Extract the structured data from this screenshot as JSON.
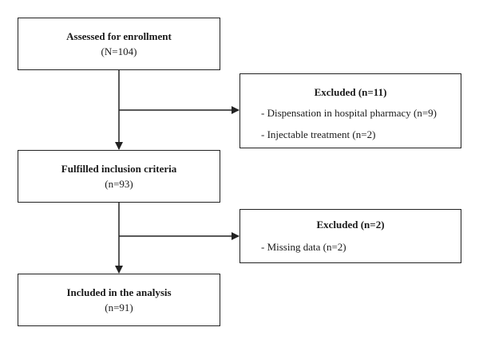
{
  "flow": {
    "assessed": {
      "title": "Assessed for enrollment",
      "count": "(N=104)"
    },
    "excluded_1": {
      "title": "Excluded (n=11)",
      "items": [
        "- Dispensation in hospital pharmacy (n=9)",
        "- Injectable treatment (n=2)"
      ]
    },
    "fulfilled": {
      "title": "Fulfilled inclusion criteria",
      "count": "(n=93)"
    },
    "excluded_2": {
      "title": "Excluded (n=2)",
      "items": [
        "- Missing data (n=2)"
      ]
    },
    "included": {
      "title": "Included in the analysis",
      "count": "(n=91)"
    }
  },
  "colors": {
    "line": "#222222",
    "text": "#1a1a1a",
    "background": "#ffffff"
  }
}
